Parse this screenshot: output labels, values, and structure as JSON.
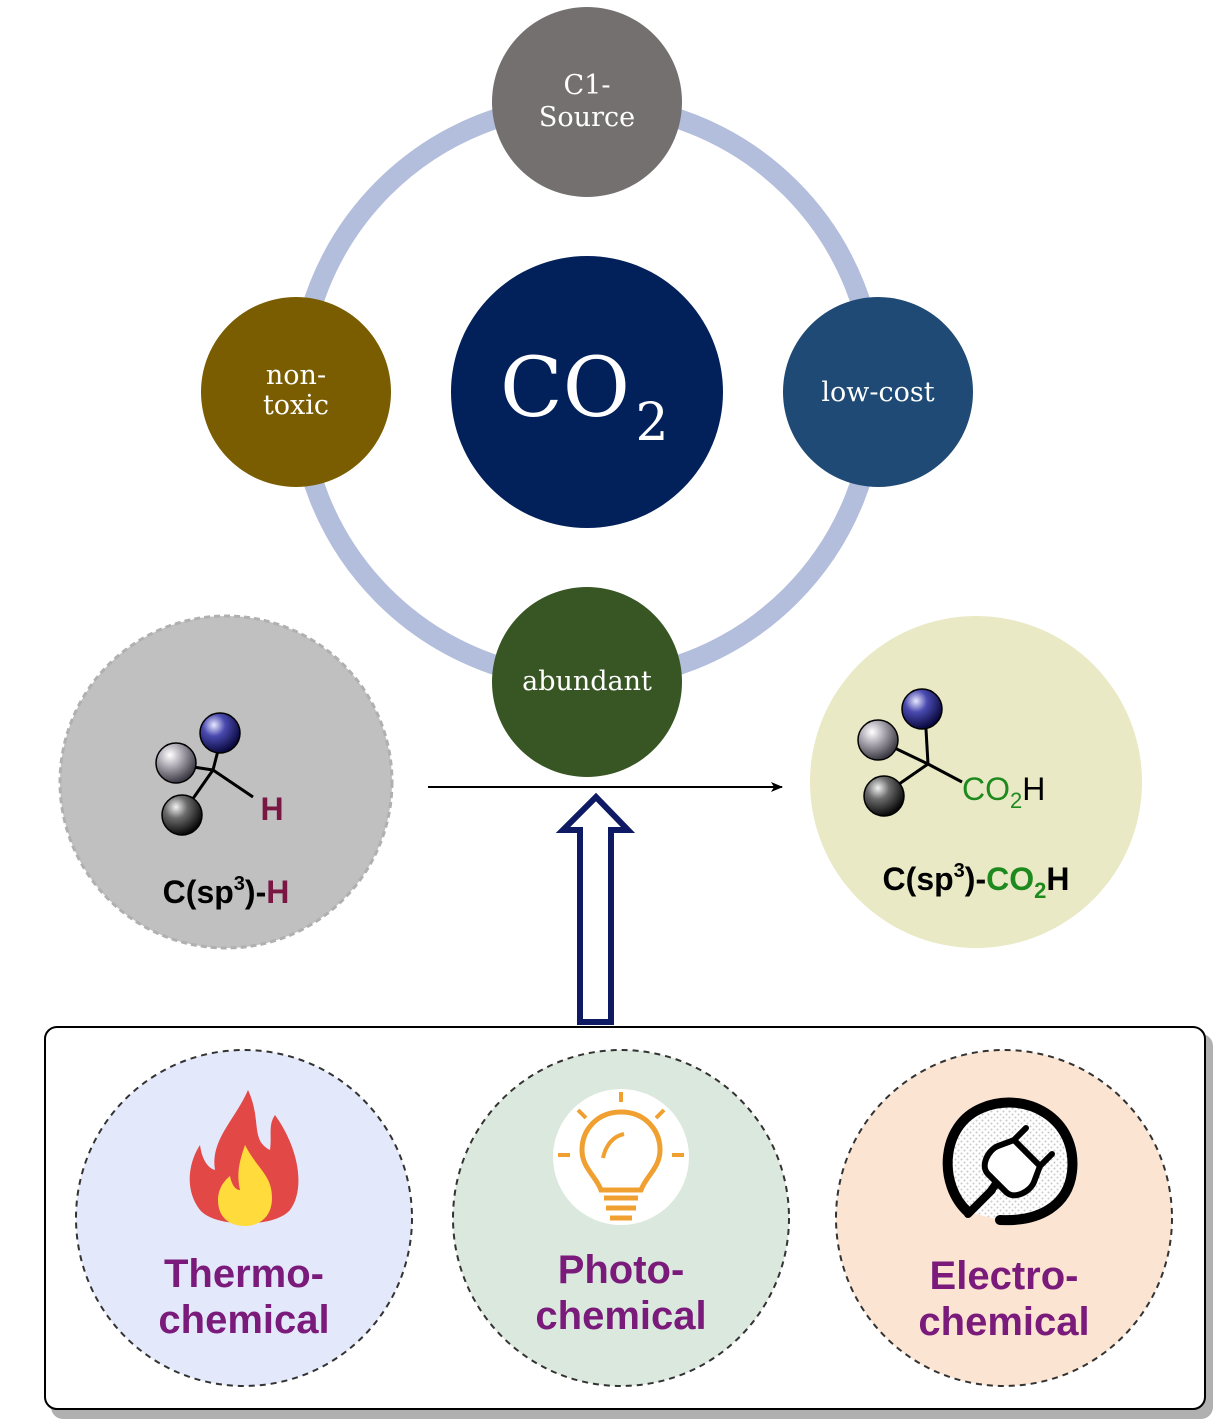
{
  "center": {
    "text": "CO",
    "subscript": "2"
  },
  "properties": {
    "top": {
      "line1": "C1-",
      "line2": "Source"
    },
    "left": {
      "line1": "non-",
      "line2": "toxic"
    },
    "right": {
      "label": "low-cost"
    },
    "bottom": {
      "label": "abundant"
    }
  },
  "reactant": {
    "atom_label": "H",
    "label_main": "C(sp",
    "label_sup": "3",
    "label_mid": ")-",
    "label_end": "H"
  },
  "product": {
    "group_co": "CO",
    "group_sub": "2",
    "group_h": "H",
    "label_main": "C(sp",
    "label_sup": "3",
    "label_mid": ")-",
    "label_co": "CO",
    "label_sub": "2",
    "label_h": "H"
  },
  "methods": [
    {
      "line1": "Thermo-",
      "line2": "chemical",
      "icon": "flame-icon"
    },
    {
      "line1": "Photo-",
      "line2": "chemical",
      "icon": "lightbulb-icon"
    },
    {
      "line1": "Electro-",
      "line2": "chemical",
      "icon": "plug-icon"
    }
  ],
  "colors": {
    "ring": "#b2bedc",
    "center": "#02205a",
    "top": "#747070",
    "left": "#7a5d00",
    "right": "#1e4a75",
    "bottom": "#385624",
    "reactant_bg": "#c0c0c0",
    "product_bg": "#e9e9c5",
    "accent_h": "#7a1642",
    "accent_green": "#1e8a1e",
    "method_text": "#7a1a7a",
    "thermo_bg": "#e3e9fb",
    "photo_bg": "#dbe8de",
    "electro_bg": "#fbe4d2"
  }
}
